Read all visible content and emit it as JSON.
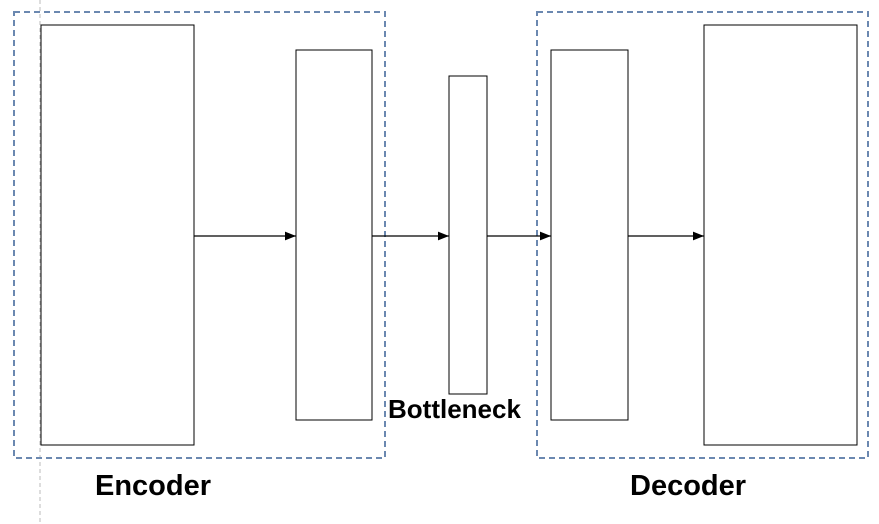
{
  "labels": {
    "encoder": "Encoder",
    "bottleneck": "Bottleneck",
    "decoder": "Decoder"
  },
  "colors": {
    "group_border": "#6b88b0",
    "layer_stroke": "#000000",
    "guide_line": "#bbbbbb"
  }
}
